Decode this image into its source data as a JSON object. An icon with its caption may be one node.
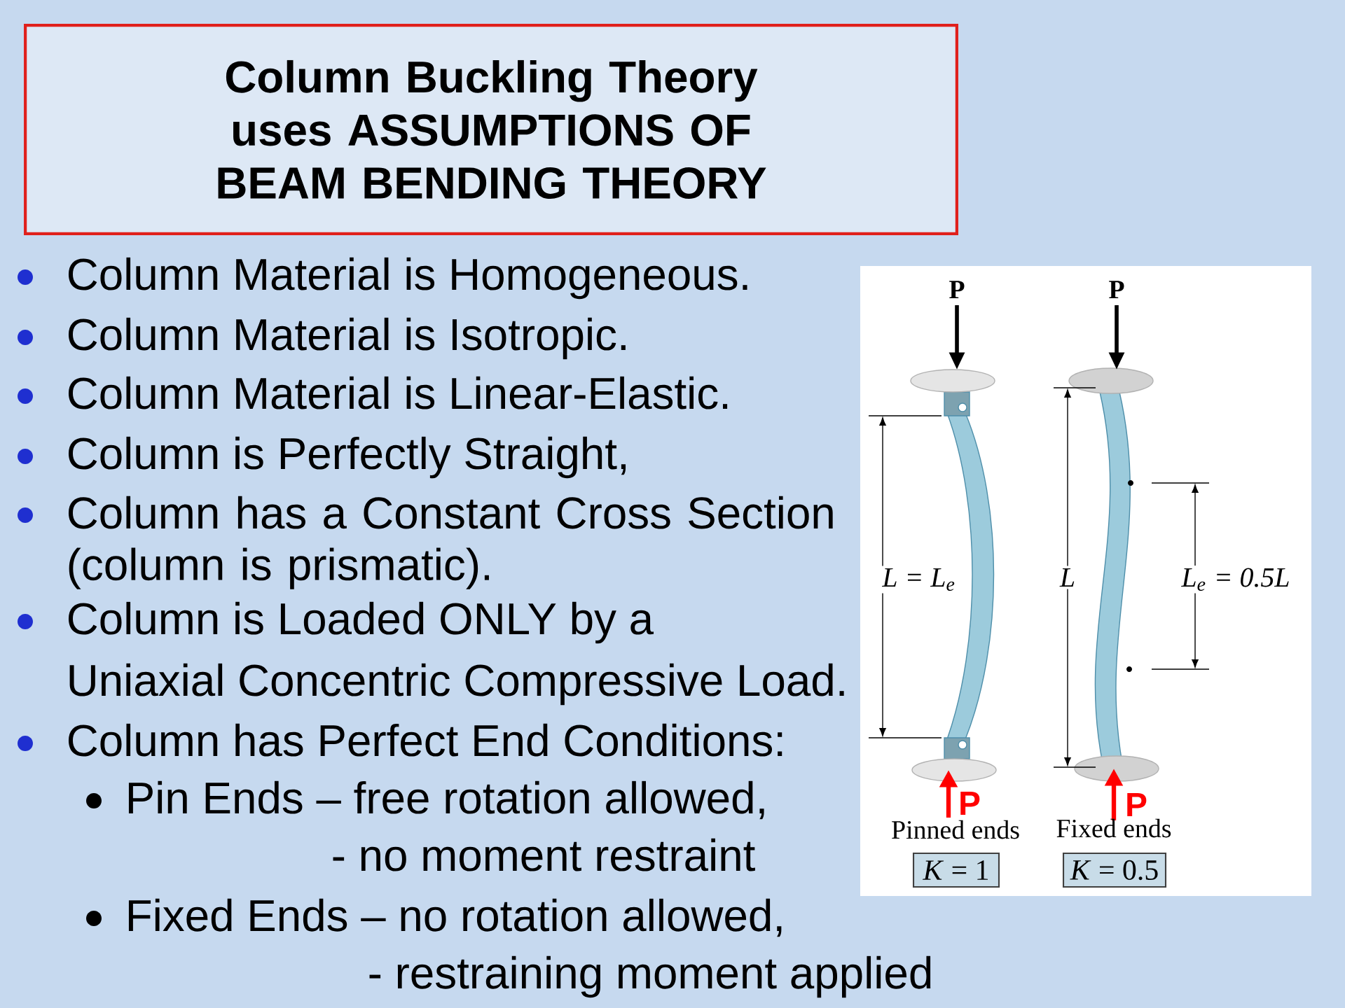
{
  "diagram": {
    "title": "Column Buckling Theory uses ASSUMPTIONS OF BEAM BENDING THEORY",
    "nodes": [
      {
        "text": [
          "*K* = 1"
        ]
      },
      {
        "text": [
          "*K* = 0.5"
        ]
      }
    ],
    "labels": [
      "Column Material is Homogeneous.",
      "Column Material is Isotropic.",
      "Column Material is Linear-Elastic.",
      "Column is Perfectly Straight,",
      "Column has a Constant Cross Section (column is prismatic).",
      "Column is Loaded ONLY by a",
      "Uniaxial Concentric Compressive Load.",
      "Column has Perfect End Conditions:",
      "Pin Ends – free rotation allowed,",
      "- no moment restraint",
      "Fixed Ends – no rotation allowed,",
      "- restraining moment applied",
      "P",
      "P",
      "L = L$_{e}$",
      "L",
      "L$_{e}$ = 0.5L",
      "P",
      "Pinned ends",
      "P",
      "Fixed ends"
    ]
  }
}
